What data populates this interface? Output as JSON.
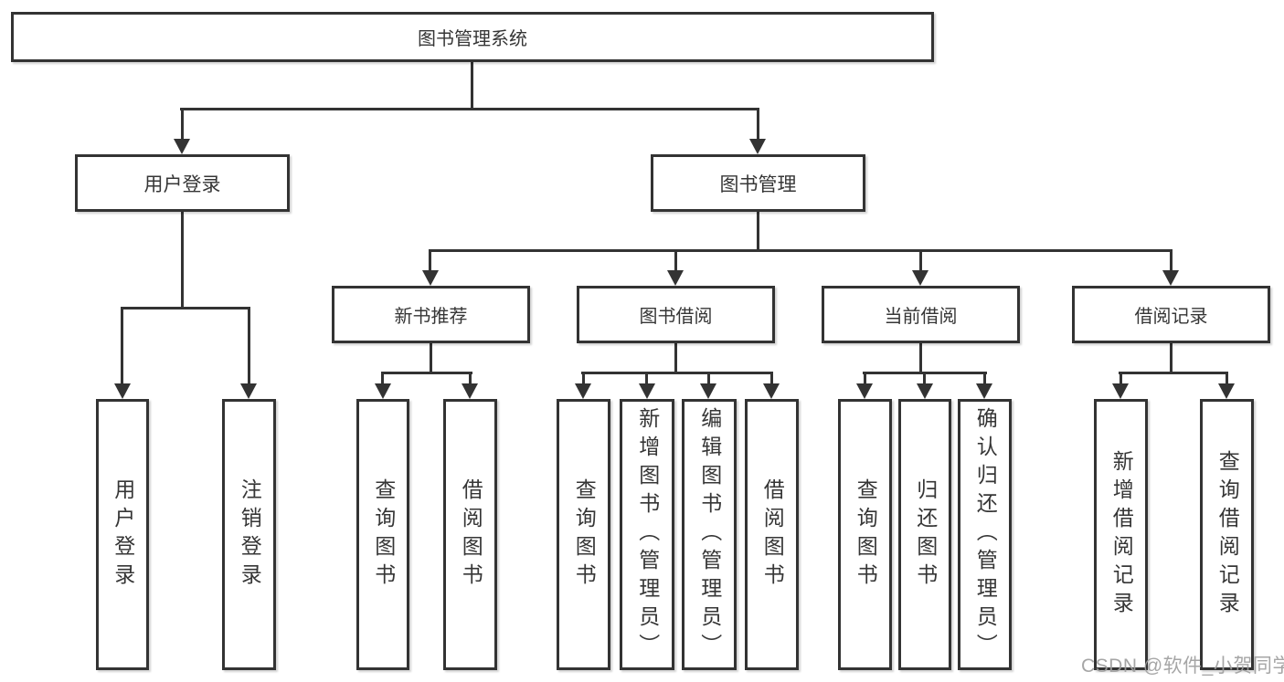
{
  "page": {
    "background": "#ffffff"
  },
  "colors": {
    "line": "#333333",
    "box_border": "#333333",
    "text": "#363636",
    "watermark": "#9e9e9e"
  },
  "tree": {
    "label": "图书管理系统",
    "children": [
      {
        "label": "用户登录",
        "children": [
          {
            "label": "用户登录"
          },
          {
            "label": "注销登录"
          }
        ]
      },
      {
        "label": "图书管理",
        "children": [
          {
            "label": "新书推荐",
            "children": [
              {
                "label": "查询图书"
              },
              {
                "label": "借阅图书"
              }
            ]
          },
          {
            "label": "图书借阅",
            "children": [
              {
                "label": "查询图书"
              },
              {
                "label": "新增图书（管理员）"
              },
              {
                "label": "编辑图书（管理员）"
              },
              {
                "label": "借阅图书"
              }
            ]
          },
          {
            "label": "当前借阅",
            "children": [
              {
                "label": "查询图书"
              },
              {
                "label": "归还图书"
              },
              {
                "label": "确认归还（管理员）"
              }
            ]
          },
          {
            "label": "借阅记录",
            "children": [
              {
                "label": "新增借阅记录"
              },
              {
                "label": "查询借阅记录"
              }
            ]
          }
        ]
      }
    ]
  },
  "watermark": {
    "text": "CSDN @软件_小贺同学"
  }
}
